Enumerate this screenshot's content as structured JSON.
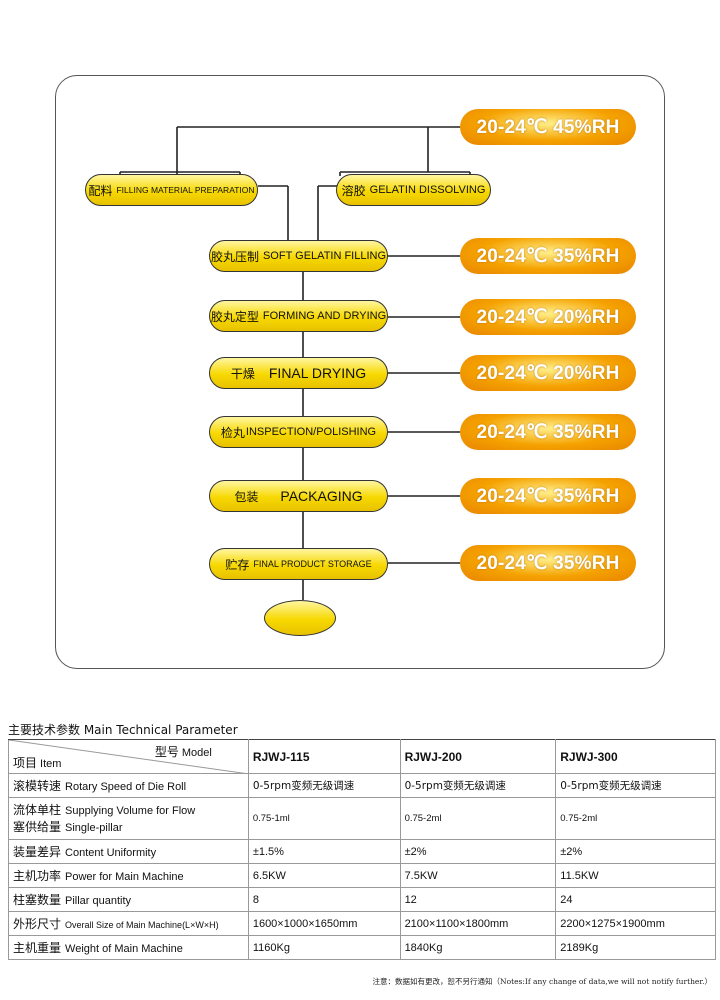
{
  "flowchart": {
    "steps": [
      {
        "cn": "配料",
        "en": "FILLING MATERIAL PREPARATION"
      },
      {
        "cn": "溶胶",
        "en": "GELATIN DISSOLVING"
      },
      {
        "cn": "胶丸压制",
        "en": "SOFT GELATIN FILLING"
      },
      {
        "cn": "胶丸定型",
        "en": "FORMING AND DRYING"
      },
      {
        "cn": "干燥",
        "en": "FINAL DRYING"
      },
      {
        "cn": "检丸",
        "en": "INSPECTION/POLISHING"
      },
      {
        "cn": "包装",
        "en": "PACKAGING"
      },
      {
        "cn": "贮存",
        "en": "FINAL PRODUCT STORAGE"
      }
    ],
    "conditions": [
      "20-24℃ 45%RH",
      "20-24℃ 35%RH",
      "20-24℃ 20%RH",
      "20-24℃ 20%RH",
      "20-24℃ 35%RH",
      "20-24℃ 35%RH",
      "20-24℃ 35%RH"
    ],
    "colors": {
      "pill": "#f7d800",
      "condition": "#f5a200"
    }
  },
  "params": {
    "title": "主要技术参数 Main Technical Parameter",
    "header": {
      "model_cn": "型号",
      "model_en": "Model",
      "item_cn": "项目",
      "item_en": "Item"
    },
    "models": [
      "RJWJ-115",
      "RJWJ-200",
      "RJWJ-300"
    ],
    "rows": [
      {
        "cn": "滚模转速",
        "en": "Rotary Speed of Die Roll",
        "values": [
          "0-5rpm变频无级调速",
          "0-5rpm变频无级调速",
          "0-5rpm变频无级调速"
        ]
      },
      {
        "cn1": "流体单柱",
        "en1": "Supplying Volume for Flow",
        "cn2": "塞供给量",
        "en2": "Single-pillar",
        "values": [
          "0.75-1ml",
          "0.75-2ml",
          "0.75-2ml"
        ]
      },
      {
        "cn": "装量差异",
        "en": "Content Uniformity",
        "values": [
          "±1.5%",
          "±2%",
          "±2%"
        ]
      },
      {
        "cn": "主机功率",
        "en": "Power for Main Machine",
        "values": [
          "6.5KW",
          "7.5KW",
          "11.5KW"
        ]
      },
      {
        "cn": "柱塞数量",
        "en": "Pillar quantity",
        "values": [
          "8",
          "12",
          "24"
        ]
      },
      {
        "cn": "外形尺寸",
        "en": "Overall Size of Main Machine(L×W×H)",
        "values": [
          "1600×1000×1650mm",
          "2100×1100×1800mm",
          "2200×1275×1900mm"
        ]
      },
      {
        "cn": "主机重量",
        "en": "Weight of Main Machine",
        "values": [
          "1160Kg",
          "1840Kg",
          "2189Kg"
        ]
      }
    ],
    "note": "注意：数据如有更改，恕不另行通知（Notes:If any change of data,we will not notify further.）"
  }
}
